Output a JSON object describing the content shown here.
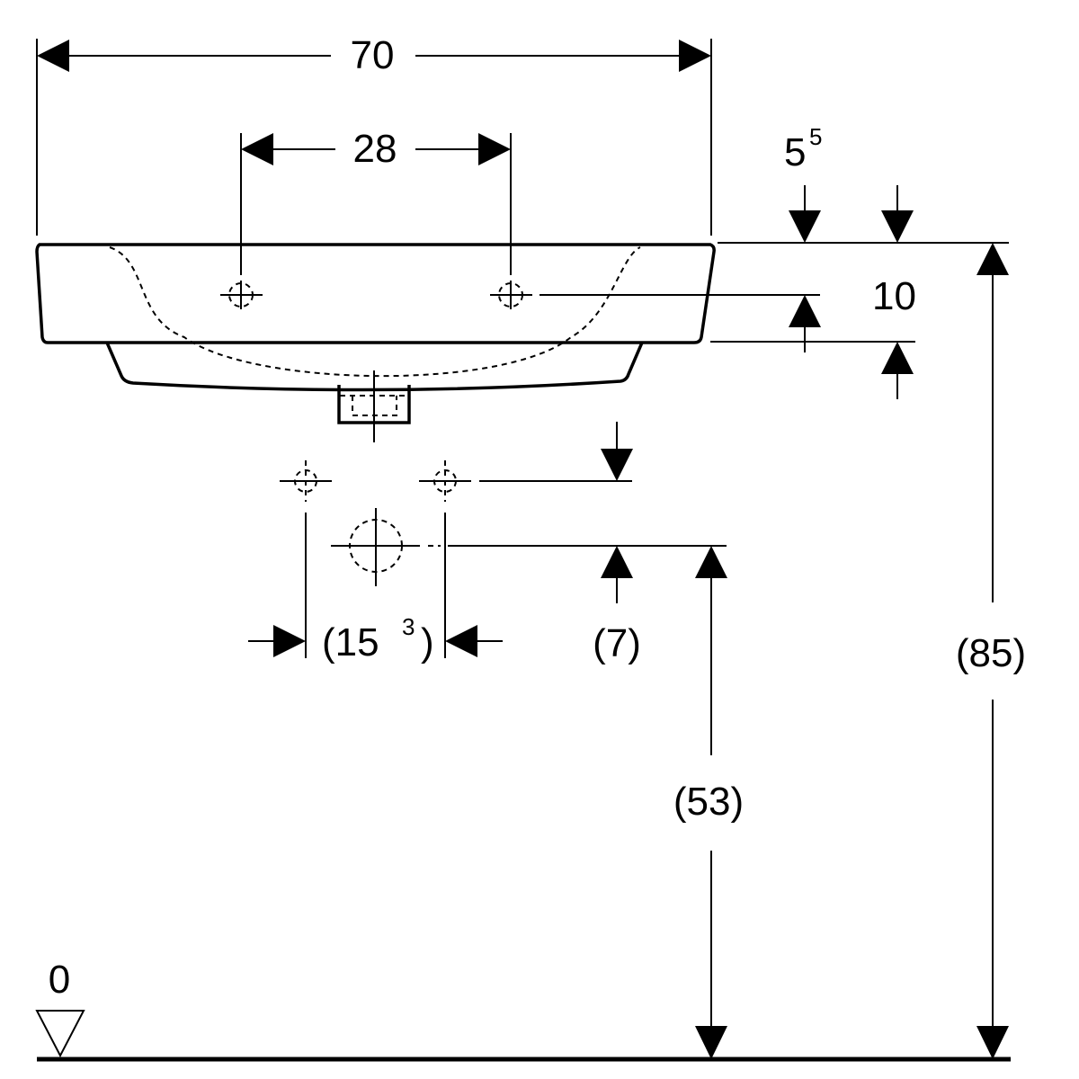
{
  "dimensions": {
    "overall_width": "70",
    "tap_hole_spacing": "28",
    "rim_offset_main": "5",
    "rim_offset_sup": "5",
    "rim_height": "10",
    "waste_spacing_main": "(15",
    "waste_spacing_sup": "3",
    "waste_spacing_close": ")",
    "supply_offset": "(7)",
    "waste_height": "(53)",
    "overall_height": "(85)",
    "floor_level": "0"
  }
}
